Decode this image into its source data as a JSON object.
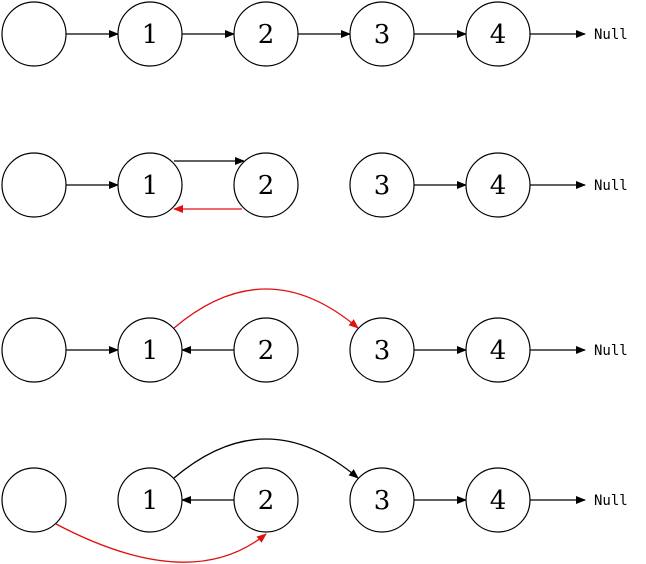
{
  "colors": {
    "normal": "#000000",
    "highlight": "#e01010"
  },
  "rows": [
    {
      "nodes": [
        {
          "id": "dummy",
          "label": ""
        },
        {
          "id": "n1",
          "label": "1"
        },
        {
          "id": "n2",
          "label": "2"
        },
        {
          "id": "n3",
          "label": "3"
        },
        {
          "id": "n4",
          "label": "4"
        }
      ],
      "null_label": "Null",
      "edges": [
        {
          "from": "dummy",
          "to": "n1",
          "style": "straight",
          "color": "normal"
        },
        {
          "from": "n1",
          "to": "n2",
          "style": "straight",
          "color": "normal"
        },
        {
          "from": "n2",
          "to": "n3",
          "style": "straight",
          "color": "normal"
        },
        {
          "from": "n3",
          "to": "n4",
          "style": "straight",
          "color": "normal"
        },
        {
          "from": "n4",
          "to": "null",
          "style": "straight",
          "color": "normal"
        }
      ]
    },
    {
      "nodes": [
        {
          "id": "dummy",
          "label": ""
        },
        {
          "id": "n1",
          "label": "1"
        },
        {
          "id": "n2",
          "label": "2"
        },
        {
          "id": "n3",
          "label": "3"
        },
        {
          "id": "n4",
          "label": "4"
        }
      ],
      "null_label": "Null",
      "edges": [
        {
          "from": "dummy",
          "to": "n1",
          "style": "straight",
          "color": "normal"
        },
        {
          "from": "n1",
          "to": "n2",
          "style": "upper",
          "color": "normal"
        },
        {
          "from": "n2",
          "to": "n1",
          "style": "lower",
          "color": "highlight"
        },
        {
          "from": "n3",
          "to": "n4",
          "style": "straight",
          "color": "normal"
        },
        {
          "from": "n4",
          "to": "null",
          "style": "straight",
          "color": "normal"
        }
      ]
    },
    {
      "nodes": [
        {
          "id": "dummy",
          "label": ""
        },
        {
          "id": "n1",
          "label": "1"
        },
        {
          "id": "n2",
          "label": "2"
        },
        {
          "id": "n3",
          "label": "3"
        },
        {
          "id": "n4",
          "label": "4"
        }
      ],
      "null_label": "Null",
      "edges": [
        {
          "from": "dummy",
          "to": "n1",
          "style": "straight",
          "color": "normal"
        },
        {
          "from": "n2",
          "to": "n1",
          "style": "straight",
          "color": "normal"
        },
        {
          "from": "n1",
          "to": "n3",
          "style": "arc-over",
          "color": "highlight"
        },
        {
          "from": "n3",
          "to": "n4",
          "style": "straight",
          "color": "normal"
        },
        {
          "from": "n4",
          "to": "null",
          "style": "straight",
          "color": "normal"
        }
      ]
    },
    {
      "nodes": [
        {
          "id": "dummy",
          "label": ""
        },
        {
          "id": "n1",
          "label": "1"
        },
        {
          "id": "n2",
          "label": "2"
        },
        {
          "id": "n3",
          "label": "3"
        },
        {
          "id": "n4",
          "label": "4"
        }
      ],
      "null_label": "Null",
      "edges": [
        {
          "from": "n2",
          "to": "n1",
          "style": "straight",
          "color": "normal"
        },
        {
          "from": "n1",
          "to": "n3",
          "style": "arc-over",
          "color": "normal"
        },
        {
          "from": "dummy",
          "to": "n2",
          "style": "arc-under",
          "color": "highlight"
        },
        {
          "from": "n3",
          "to": "n4",
          "style": "straight",
          "color": "normal"
        },
        {
          "from": "n4",
          "to": "null",
          "style": "straight",
          "color": "normal"
        }
      ]
    }
  ]
}
